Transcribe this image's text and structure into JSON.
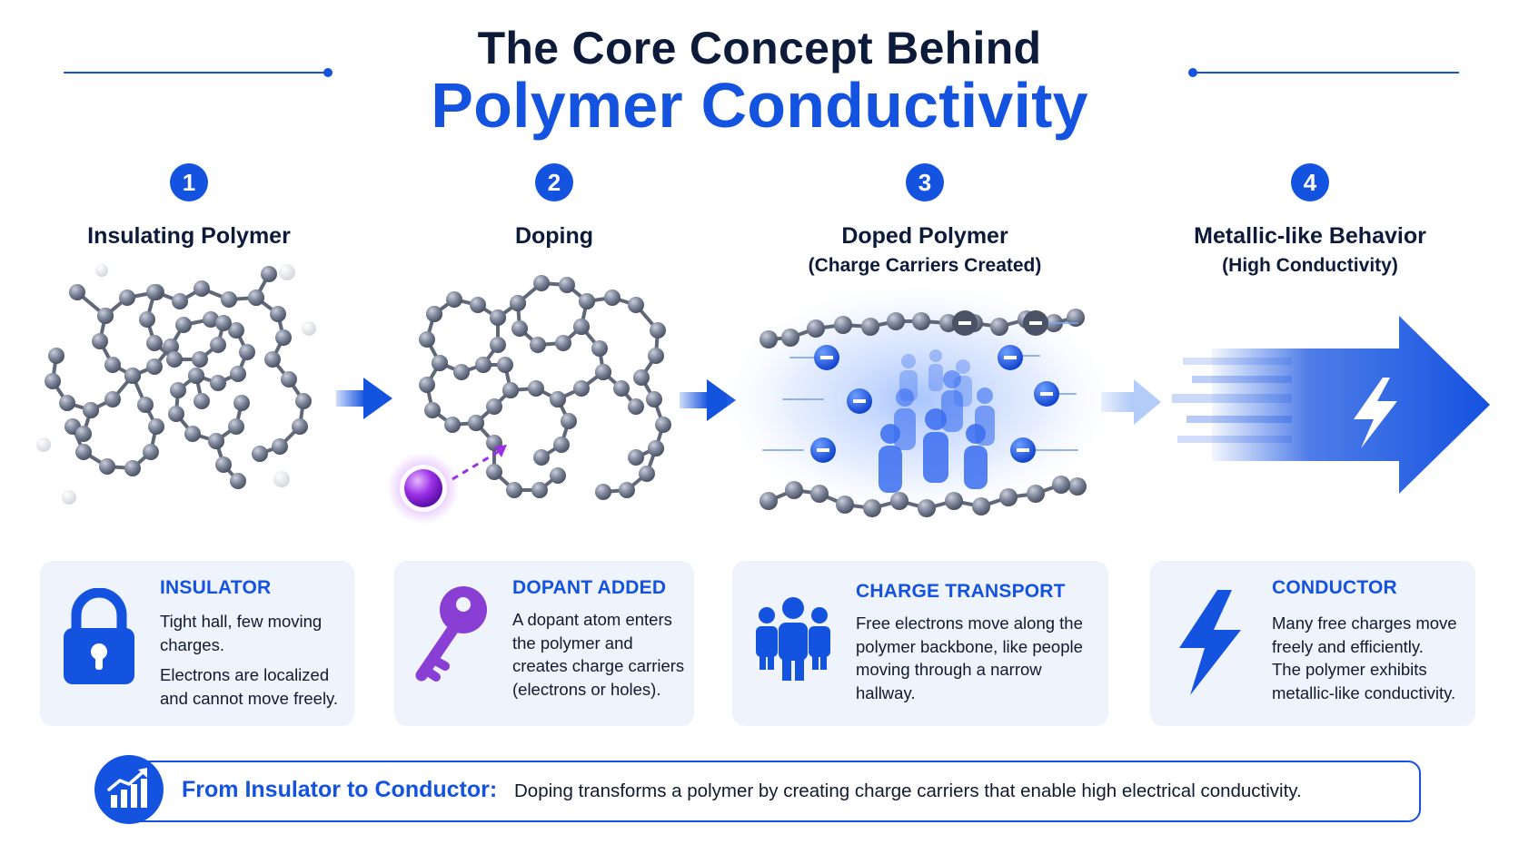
{
  "header": {
    "title_line1": "The Core Concept Behind",
    "title_line2": "Polymer Conductivity"
  },
  "steps": [
    {
      "number": "1",
      "title": "Insulating Polymer",
      "subtitle": ""
    },
    {
      "number": "2",
      "title": "Doping",
      "subtitle": ""
    },
    {
      "number": "3",
      "title": "Doped Polymer",
      "subtitle": "(Charge Carriers Created)"
    },
    {
      "number": "4",
      "title": "Metallic-like Behavior",
      "subtitle": "(High Conductivity)"
    }
  ],
  "cards": [
    {
      "title": "INSULATOR",
      "icon": "lock-icon",
      "p1": "Tight hall, few moving charges.",
      "p2": "Electrons are localized and cannot move freely."
    },
    {
      "title": "DOPANT ADDED",
      "icon": "key-icon",
      "p1": "A dopant atom enters the polymer and creates charge carriers (electrons or holes).",
      "p2": ""
    },
    {
      "title": "CHARGE TRANSPORT",
      "icon": "people-icon",
      "p1": "Free electrons move along the polymer backbone, like people moving through a narrow hallway.",
      "p2": ""
    },
    {
      "title": "CONDUCTOR",
      "icon": "lightning-icon",
      "p1": "Many free charges move freely and efficiently.",
      "p2": "The polymer exhibits metallic-like conductivity."
    }
  ],
  "banner": {
    "label": "From Insulator to Conductor:",
    "text": "Doping transforms a polymer by creating charge carriers that enable high electrical conductivity.",
    "icon": "growth-chart-icon"
  },
  "colors": {
    "accent": "#1452e0",
    "dark_text": "#0d1b3b",
    "card_bg": "#eff3fb",
    "dopant": "#8a2be2",
    "chain_bead": "#6b7385"
  }
}
